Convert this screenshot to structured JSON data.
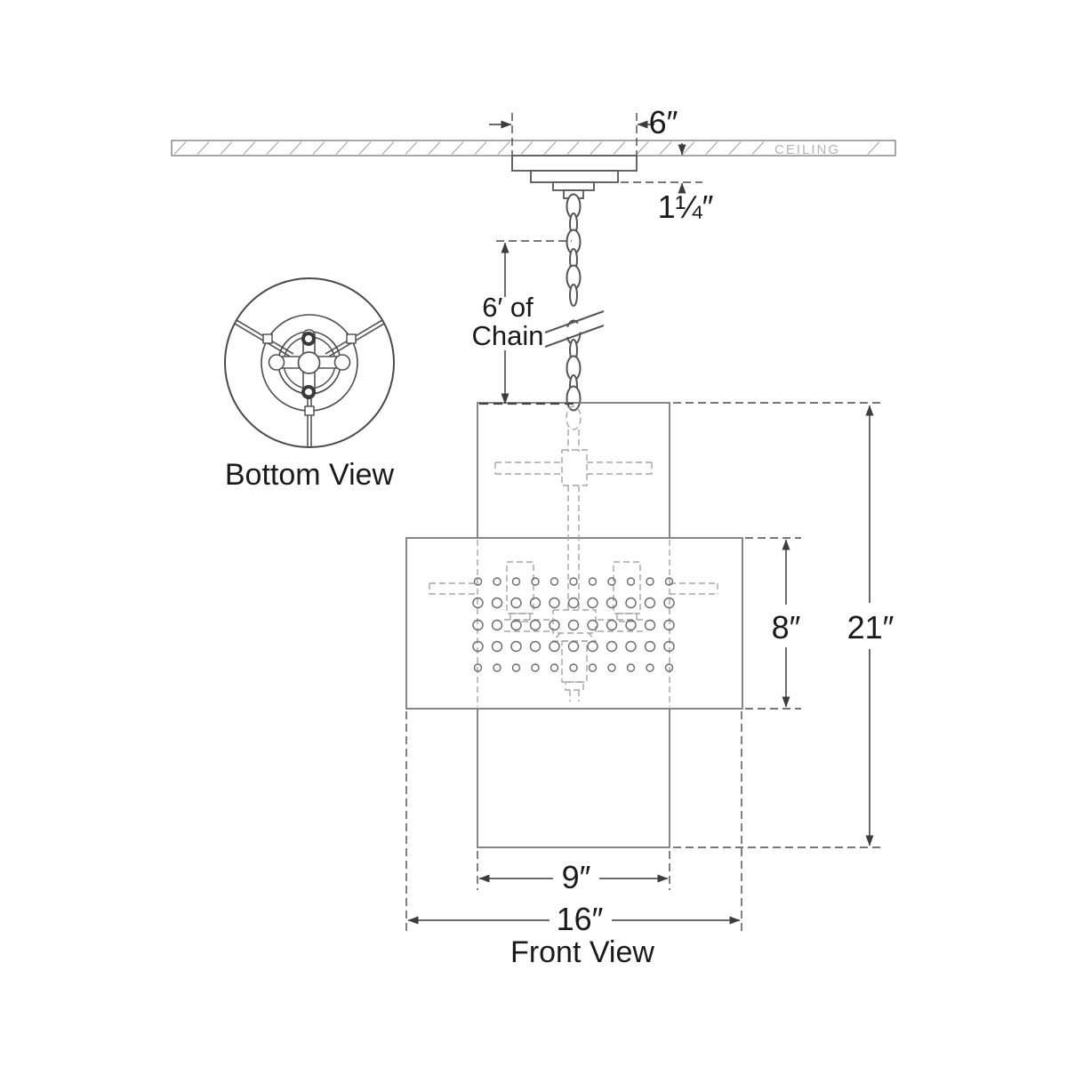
{
  "view_labels": {
    "bottom": "Bottom View",
    "front": "Front View",
    "ceiling": "CEILING"
  },
  "dimensions": {
    "canopy_width": "6″",
    "canopy_drop": "1¼″",
    "chain_length_line1": "6′ of",
    "chain_length_line2": "Chain",
    "band_height": "8″",
    "overall_height": "21″",
    "inner_shade_width": "9″",
    "overall_width": "16″"
  },
  "colors": {
    "outline_dark": "#4a4a4a",
    "outline_mid": "#7a7a7a",
    "hidden_line": "#a6a6a6",
    "dimension_line": "#3c3c3c",
    "text": "#1a1a1a",
    "ceiling_text": "#b3b3b3",
    "background": "#ffffff"
  }
}
